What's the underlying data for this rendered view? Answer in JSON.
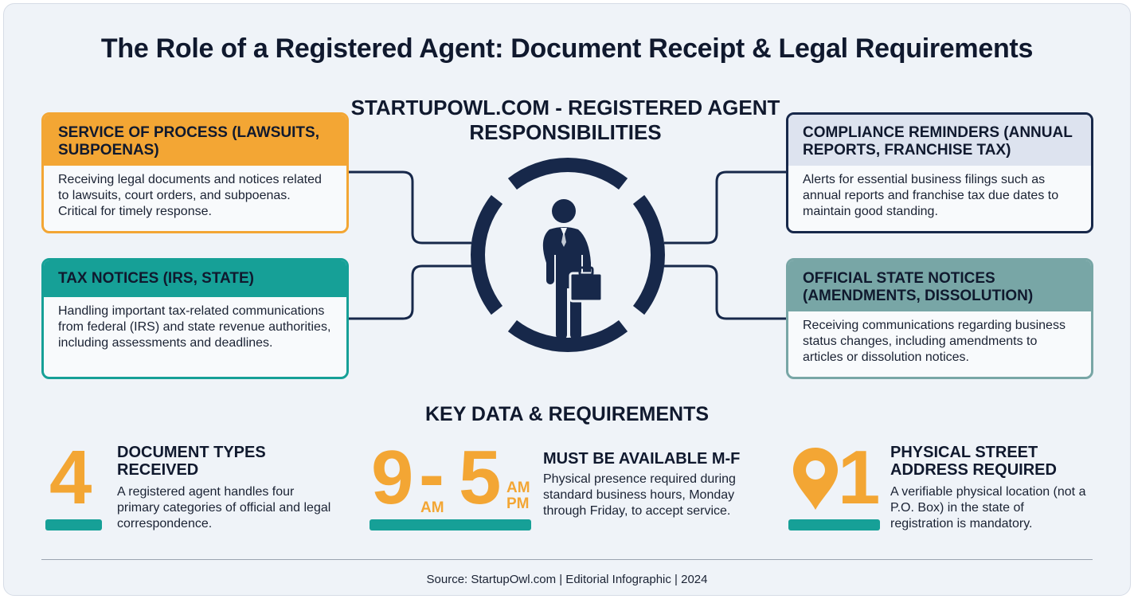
{
  "title": "The Role of a Registered Agent: Document Receipt & Legal Requirements",
  "subtitle": "STARTUPOWL.COM - REGISTERED AGENT RESPONSIBILITIES",
  "center_icon": "businessman-with-briefcase-icon",
  "cards": [
    {
      "heading": "SERVICE OF PROCESS (LAWSUITS, SUBPOENAS)",
      "body": "Receiving legal documents and notices related to lawsuits, court orders, and subpoenas. Critical for timely response.",
      "color": "#f3a634"
    },
    {
      "heading": "TAX NOTICES (IRS, STATE)",
      "body": "Handling important tax-related communications from federal (IRS) and state revenue authorities, including assessments and deadlines.",
      "color": "#16a097"
    },
    {
      "heading": "COMPLIANCE REMINDERS (ANNUAL REPORTS, FRANCHISE TAX)",
      "body": "Alerts for essential business filings such as annual reports and franchise tax due dates to maintain good standing.",
      "color": "#17284a"
    },
    {
      "heading": "OFFICIAL STATE NOTICES (AMENDMENTS, DISSOLUTION)",
      "body": "Receiving communications regarding business status changes, including amendments to articles or dissolution notices.",
      "color": "#78a6a6"
    }
  ],
  "key_heading": "KEY DATA & REQUIREMENTS",
  "stats": [
    {
      "value": "4",
      "heading": "DOCUMENT TYPES RECEIVED",
      "body": "A registered agent handles four primary categories of official and legal correspondence."
    },
    {
      "value_start": "9",
      "dash": "-",
      "value_end": "5",
      "start_unit": "AM",
      "end_unit_top": "AM",
      "end_unit_bottom": "PM",
      "heading": "MUST BE AVAILABLE M-F",
      "body": "Physical presence required during standard business hours, Monday through Friday, to accept service."
    },
    {
      "value": "1",
      "icon": "map-pin-icon",
      "heading": "PHYSICAL STREET ADDRESS REQUIRED",
      "body": "A verifiable physical location (not a P.O. Box) in the state of registration is mandatory."
    }
  ],
  "footer": "Source: StartupOwl.com | Editorial Infographic | 2024",
  "colors": {
    "orange": "#f3a634",
    "teal": "#16a097",
    "navy": "#17284a",
    "slate_teal": "#78a6a6"
  }
}
